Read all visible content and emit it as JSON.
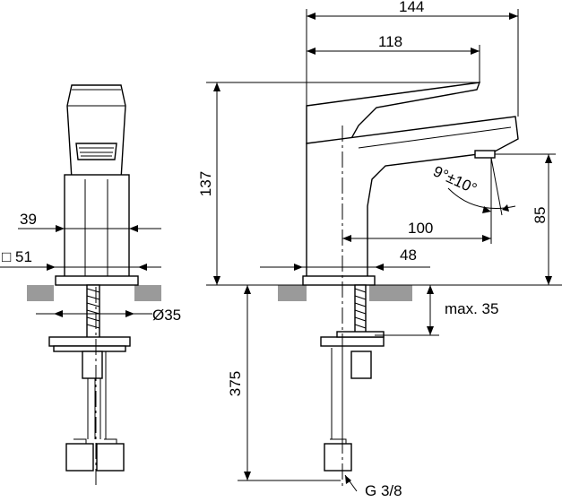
{
  "dimensions": {
    "total_length": "144",
    "handle_length": "118",
    "height": "137",
    "spout_height": "85",
    "spout_reach": "100",
    "base_offset": "48",
    "body_width": "39",
    "base_square": "□ 51",
    "hole_diameter": "Ø35",
    "counter_thickness": "max. 35",
    "hose_length": "375",
    "connector_thread": "G 3/8",
    "spray_angle": "9°±10°"
  }
}
